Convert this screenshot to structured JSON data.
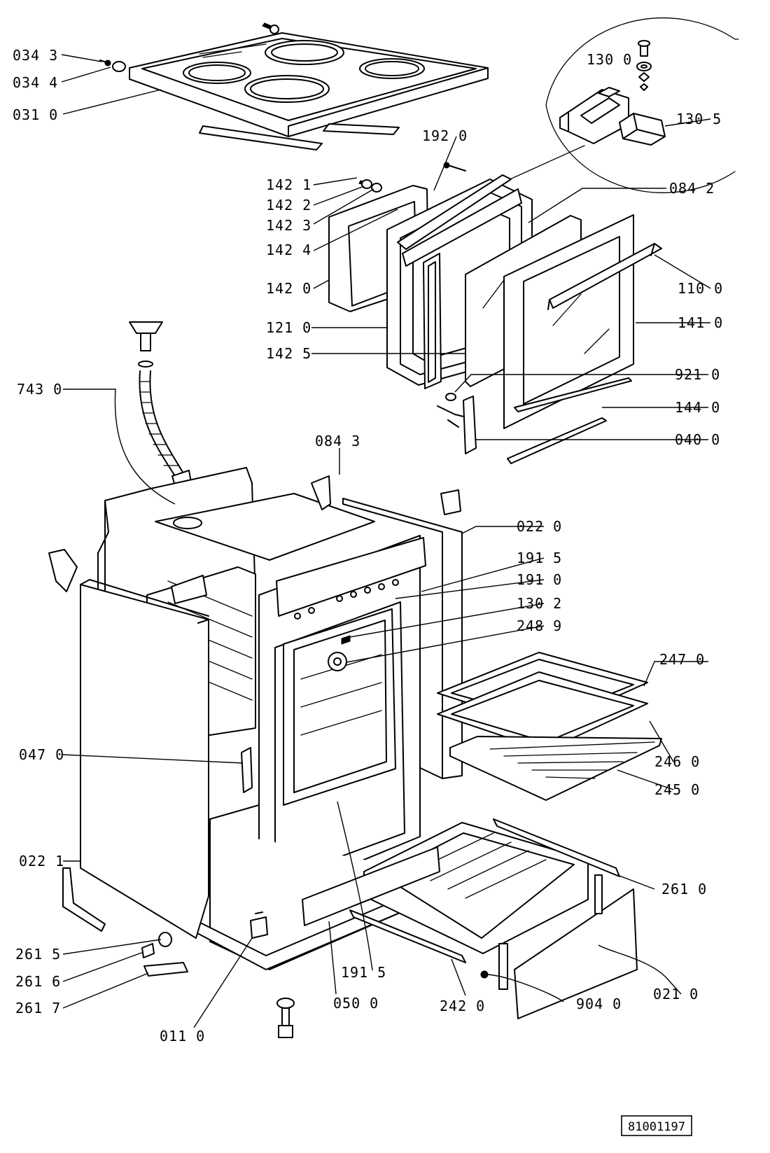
{
  "diagram": {
    "reference_number": "81001197",
    "callouts": [
      {
        "id": "0343",
        "label": "034 3"
      },
      {
        "id": "0344",
        "label": "034 4"
      },
      {
        "id": "0310",
        "label": "031 0"
      },
      {
        "id": "1300",
        "label": "130 0"
      },
      {
        "id": "1305",
        "label": "130 5"
      },
      {
        "id": "1920",
        "label": "192 0"
      },
      {
        "id": "0842",
        "label": "084 2"
      },
      {
        "id": "1421",
        "label": "142 1"
      },
      {
        "id": "1422",
        "label": "142 2"
      },
      {
        "id": "1423",
        "label": "142 3"
      },
      {
        "id": "1424",
        "label": "142 4"
      },
      {
        "id": "1420",
        "label": "142 0"
      },
      {
        "id": "1100",
        "label": "110 0"
      },
      {
        "id": "1210",
        "label": "121 0"
      },
      {
        "id": "1410",
        "label": "141 0"
      },
      {
        "id": "1425",
        "label": "142 5"
      },
      {
        "id": "7430",
        "label": "743 0"
      },
      {
        "id": "9210",
        "label": "921 0"
      },
      {
        "id": "1440",
        "label": "144 0"
      },
      {
        "id": "0843",
        "label": "084 3"
      },
      {
        "id": "0400",
        "label": "040 0"
      },
      {
        "id": "0220",
        "label": "022 0"
      },
      {
        "id": "1915a",
        "label": "191 5"
      },
      {
        "id": "1910",
        "label": "191 0"
      },
      {
        "id": "1302",
        "label": "130 2"
      },
      {
        "id": "2489",
        "label": "248 9"
      },
      {
        "id": "2470",
        "label": "247 0"
      },
      {
        "id": "0470",
        "label": "047 0"
      },
      {
        "id": "2460",
        "label": "246 0"
      },
      {
        "id": "2450",
        "label": "245 0"
      },
      {
        "id": "0221",
        "label": "022 1"
      },
      {
        "id": "2610",
        "label": "261 0"
      },
      {
        "id": "2615",
        "label": "261 5"
      },
      {
        "id": "2616",
        "label": "261 6"
      },
      {
        "id": "1915b",
        "label": "191 5"
      },
      {
        "id": "0210",
        "label": "021 0"
      },
      {
        "id": "2617",
        "label": "261 7"
      },
      {
        "id": "0500",
        "label": "050 0"
      },
      {
        "id": "2420",
        "label": "242 0"
      },
      {
        "id": "9040",
        "label": "904 0"
      },
      {
        "id": "0110",
        "label": "011 0"
      }
    ]
  }
}
